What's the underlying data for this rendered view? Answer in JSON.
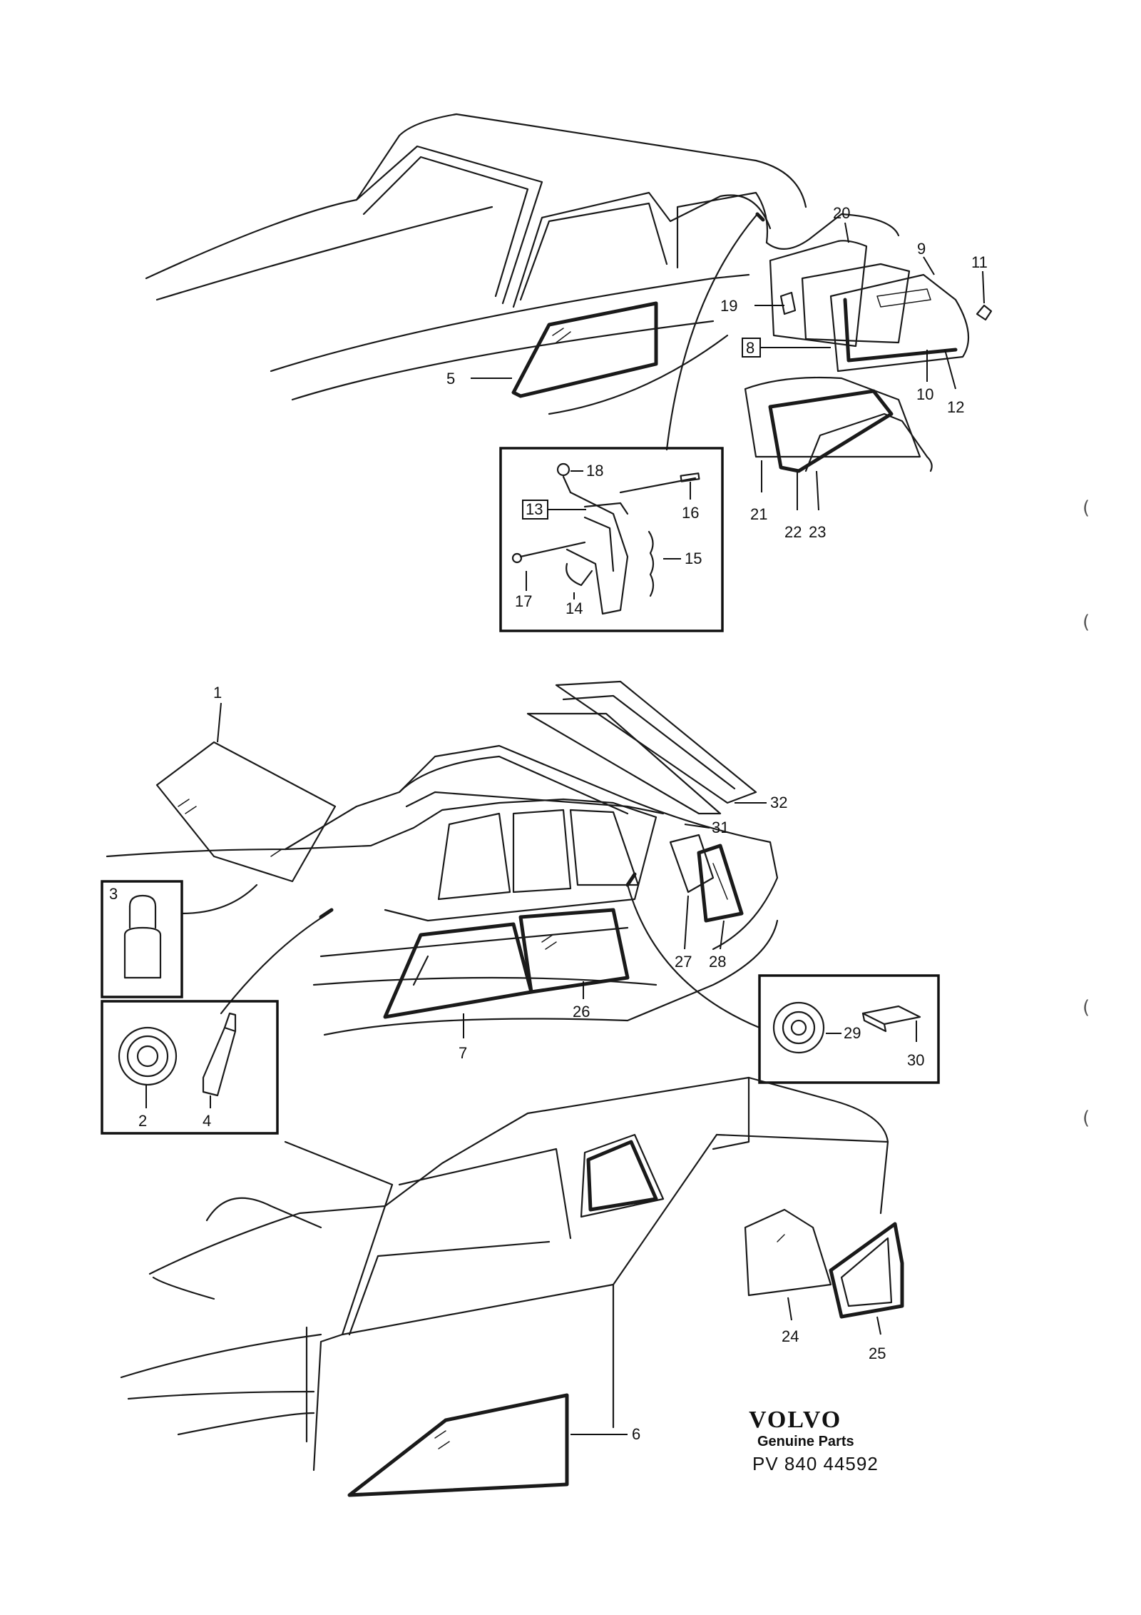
{
  "callouts": {
    "c1": "1",
    "c2": "2",
    "c3": "3",
    "c4": "4",
    "c5": "5",
    "c6": "6",
    "c7": "7",
    "c8": "8",
    "c9": "9",
    "c10": "10",
    "c11": "11",
    "c12": "12",
    "c13": "13",
    "c14": "14",
    "c15": "15",
    "c16": "16",
    "c17": "17",
    "c18": "18",
    "c19": "19",
    "c20": "20",
    "c21": "21",
    "c22": "22",
    "c23": "23",
    "c24": "24",
    "c25": "25",
    "c26": "26",
    "c27": "27",
    "c28": "28",
    "c29": "29",
    "c30": "30",
    "c31": "31",
    "c32": "32"
  },
  "branding": {
    "brand": "VOLVO",
    "tagline": "Genuine Parts",
    "ref": "PV 840 44592"
  },
  "margin_marks": [
    "(",
    "(",
    "(",
    "("
  ]
}
